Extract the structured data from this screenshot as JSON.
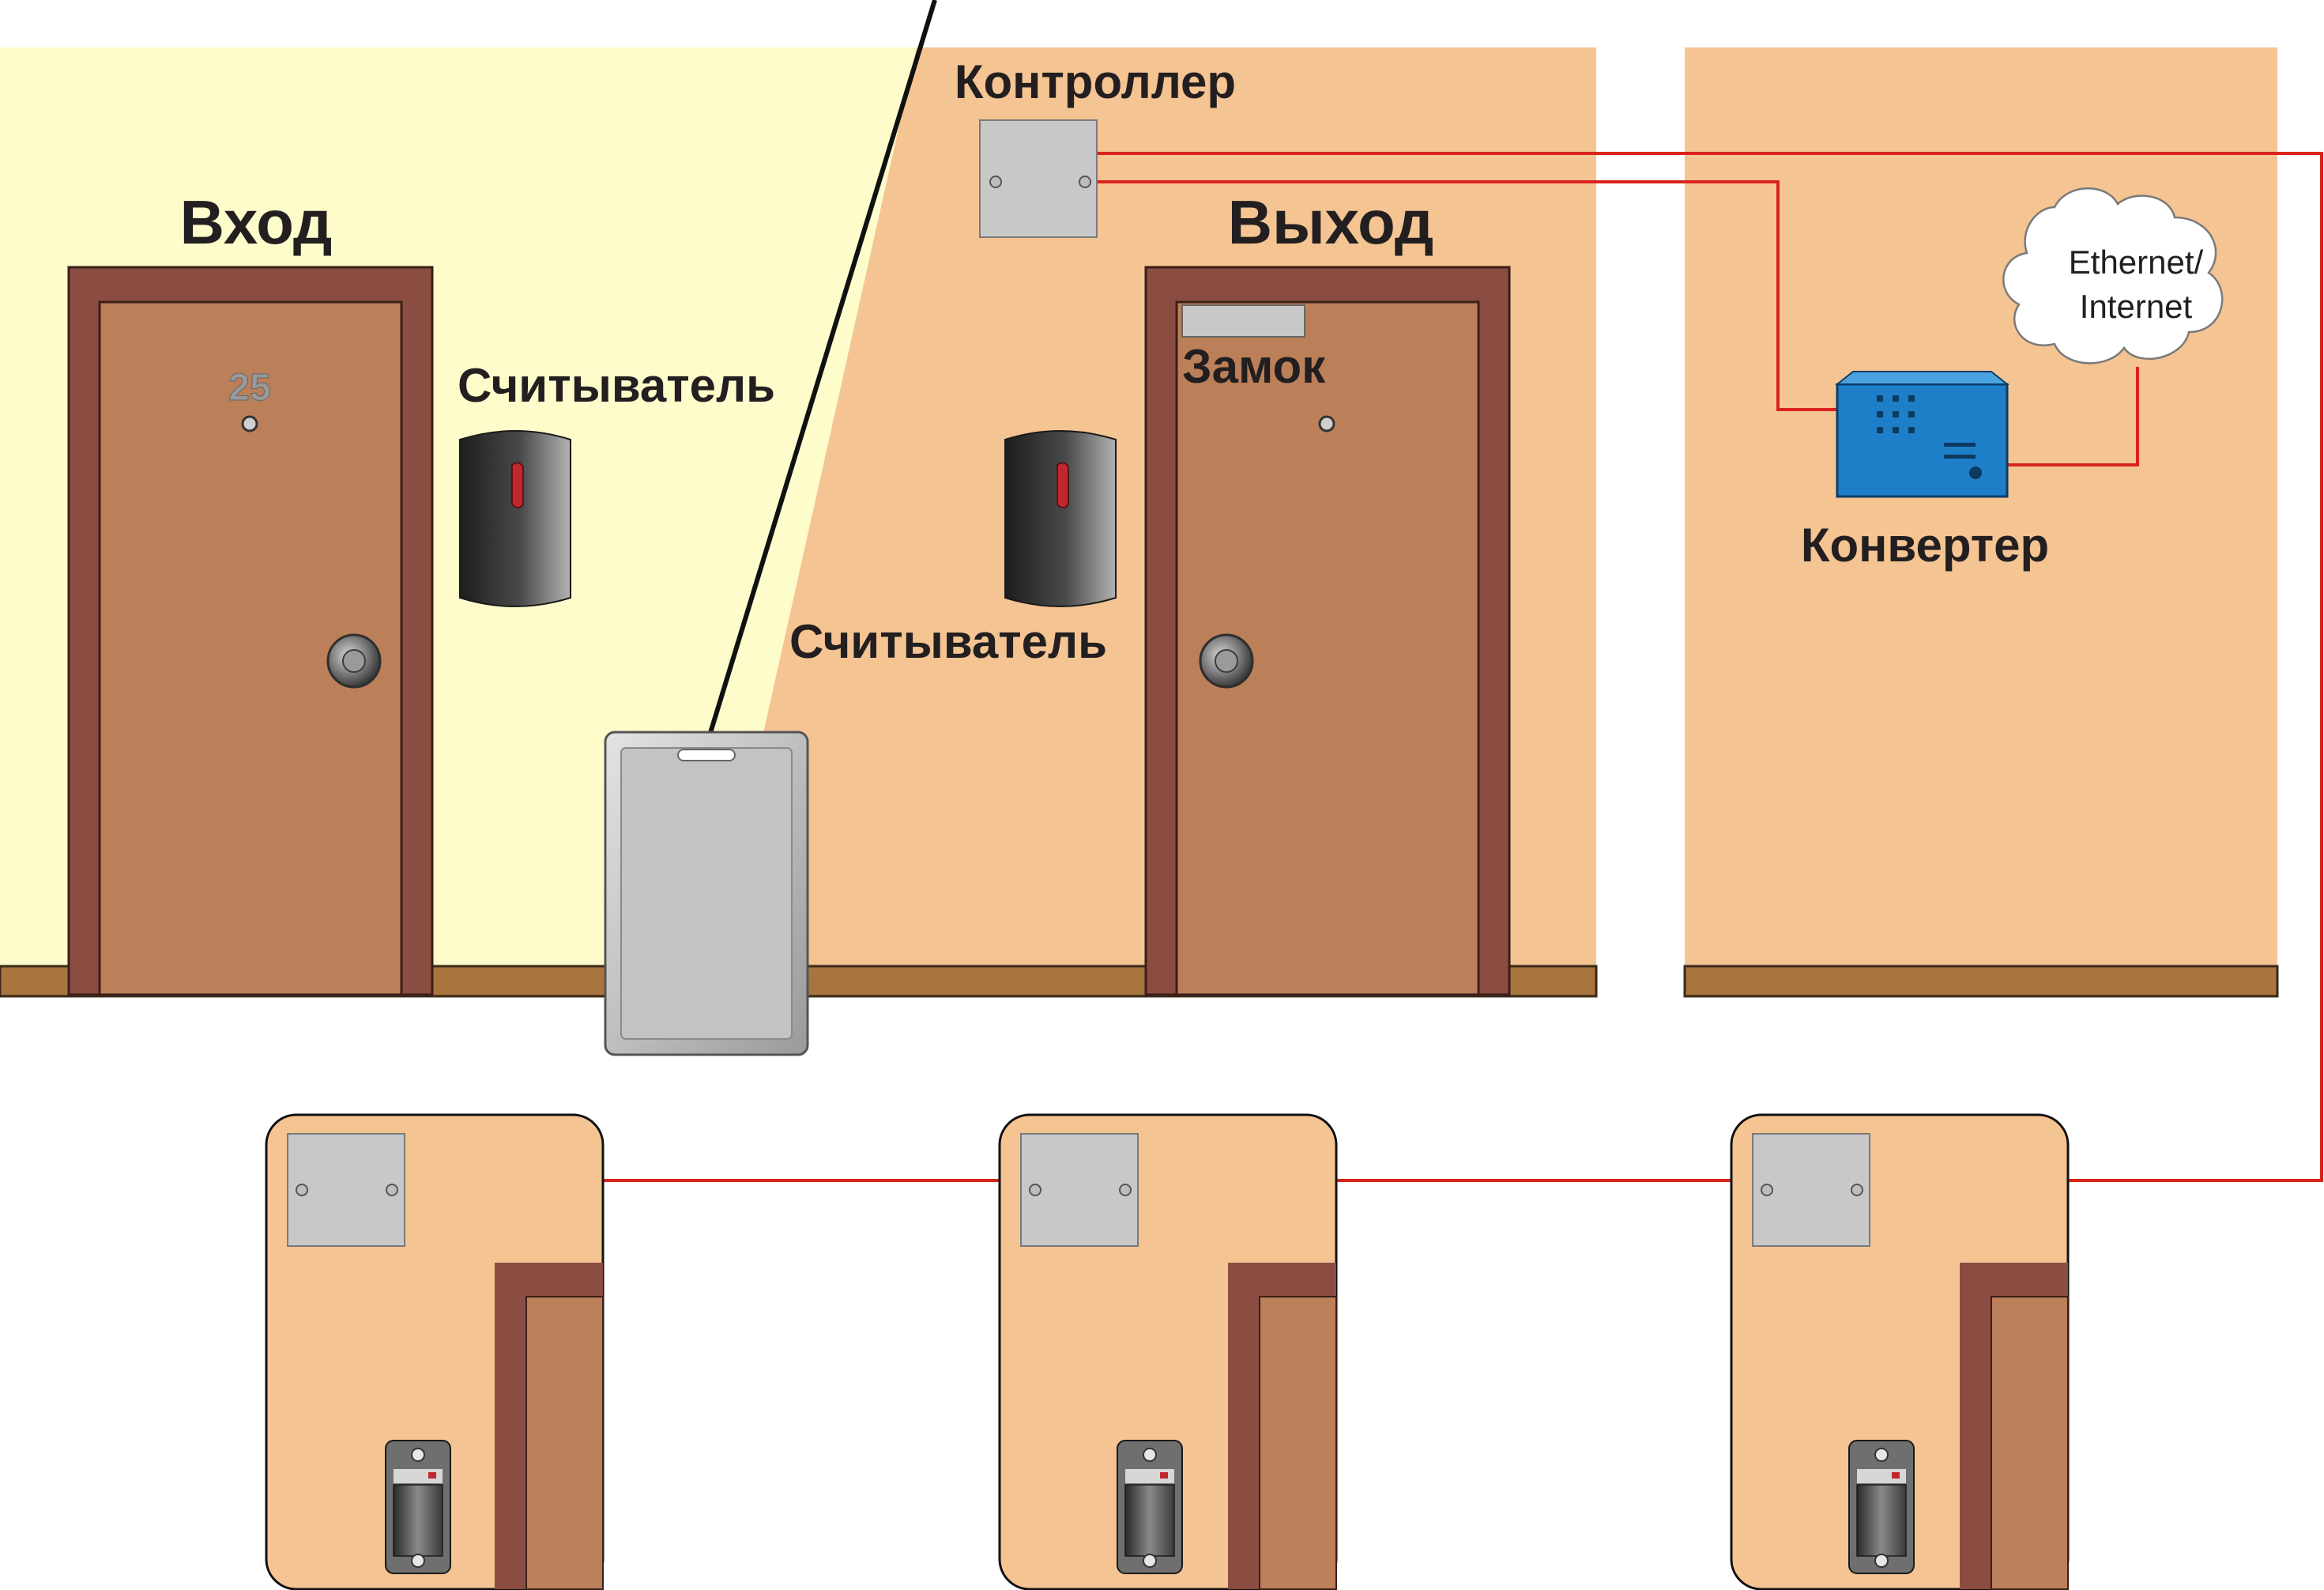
{
  "labels": {
    "entrance": "Вход",
    "exit": "Выход",
    "controller": "Контроллер",
    "reader_left": "Считыватель",
    "reader_right": "Считыватель",
    "lock": "Замок",
    "converter": "Конвертер",
    "cloud_line1": "Ethernet/",
    "cloud_line2": "Internet",
    "door_number": "25"
  },
  "colors": {
    "entrance_wall": "#fefccb",
    "room_wall": "#f5c493",
    "door_frame": "#8b4d42",
    "door_leaf": "#bb7f59",
    "baseboard": "#a9753e",
    "wire": "#d9231d",
    "converter": "#1e7fc8",
    "device_gray": "#c8c8c8"
  },
  "icons": {
    "controller": "controller-box-icon",
    "reader": "proximity-reader-icon",
    "card": "access-card-icon",
    "lock": "door-lock-icon",
    "converter": "converter-device-icon",
    "cloud": "cloud-icon"
  }
}
